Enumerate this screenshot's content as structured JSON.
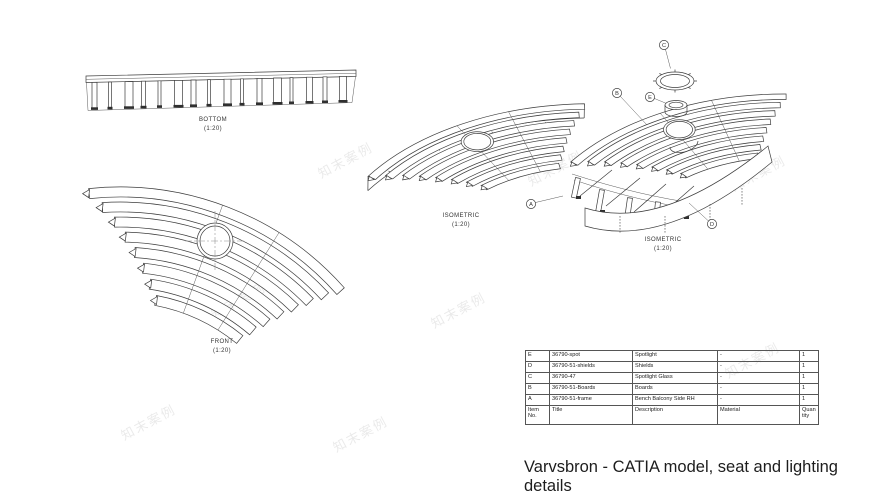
{
  "page": {
    "caption": "Varvsbron - CATIA model, seat and lighting details",
    "background": "#ffffff",
    "line_color": "#3d3d3d"
  },
  "watermark": {
    "text": "知末案例"
  },
  "views": {
    "bottom": {
      "label": "BOTTOM",
      "scale": "(1:20)"
    },
    "front": {
      "label": "FRONT",
      "scale": "(1:20)"
    },
    "iso1": {
      "label": "ISOMETRIC",
      "scale": "(1:20)"
    },
    "iso2": {
      "label": "ISOMETRIC",
      "scale": "(1:20)"
    }
  },
  "callouts": [
    {
      "label": "A"
    },
    {
      "label": "B"
    },
    {
      "label": "C"
    },
    {
      "label": "D"
    },
    {
      "label": "E"
    }
  ],
  "parts_table": {
    "headers": {
      "item": "Item No.",
      "title": "Title",
      "description": "Description",
      "material": "Material",
      "quantity": "Quantity"
    },
    "rows": [
      {
        "item": "E",
        "title": "36790-spot",
        "description": "Spotlight",
        "material": "-",
        "qty": "1"
      },
      {
        "item": "D",
        "title": "36790-51-shields",
        "description": "Shields",
        "material": "-",
        "qty": "1"
      },
      {
        "item": "C",
        "title": "36790-47",
        "description": "Spotlight Glass",
        "material": "-",
        "qty": "1"
      },
      {
        "item": "B",
        "title": "36790-51-Boards",
        "description": "Boards",
        "material": "-",
        "qty": "1"
      },
      {
        "item": "A",
        "title": "36790-51-frame",
        "description": "Bench Balcony  Side RH",
        "material": "-",
        "qty": "1"
      }
    ]
  }
}
